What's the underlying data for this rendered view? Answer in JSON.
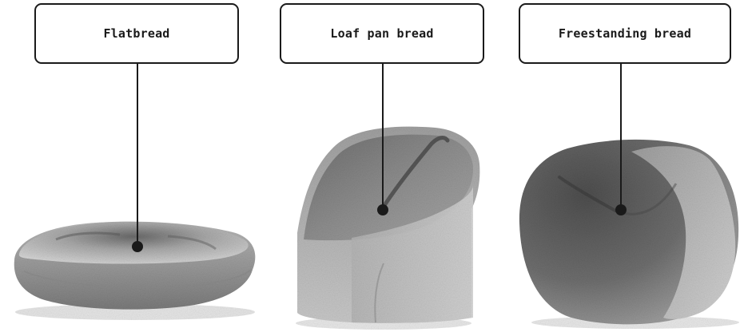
{
  "labels": {
    "flatbread": "Flatbread",
    "loaf_pan": "Loaf pan bread",
    "freestanding": "Freestanding bread"
  },
  "colors": {
    "line": "#1a1a1a",
    "box_border": "#1a1a1a",
    "bread_light": "#c9c9c9",
    "bread_mid": "#9a9a9a",
    "bread_dark": "#5e5e5e"
  }
}
